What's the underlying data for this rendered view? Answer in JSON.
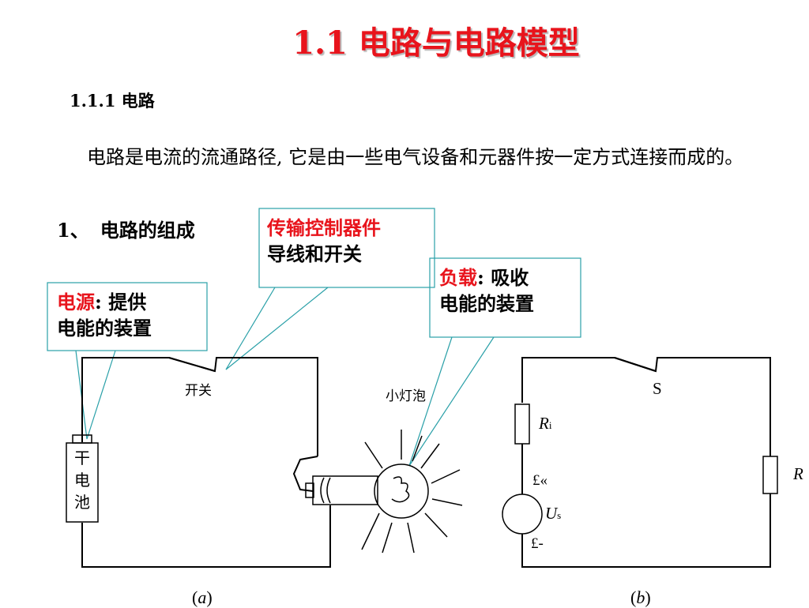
{
  "title": "1.1  电路与电路模型",
  "subsection": "1.1.1 电路",
  "paragraph": "电路是电流的流通路径, 它是由一些电气设备和元器件按一定方式连接而成的。",
  "section": {
    "num": "1、",
    "label": "电路的组成"
  },
  "callouts": {
    "control": {
      "line1": "传输控制器件",
      "line2": "导线和开关"
    },
    "load": {
      "red": "负载",
      "rest": ": 吸收",
      "line2": "电能的装置"
    },
    "source": {
      "red": "电源",
      "rest": ": 提供",
      "line2": "电能的装置"
    }
  },
  "figure_a": {
    "switch_label": "开关",
    "bulb_label": "小灯泡",
    "battery_label": "干电池",
    "caption_open": "(",
    "caption_letter": "a",
    "caption_close": ")"
  },
  "figure_b": {
    "switch_label": "S",
    "ri_main": "R",
    "ri_sub": "i",
    "plus_label": "£«",
    "us_main": "U",
    "us_sub": "s",
    "minus_label": "£-",
    "r_label": "R",
    "caption_open": "(",
    "caption_letter": "b",
    "caption_close": ")"
  },
  "colors": {
    "title": "#e8141c",
    "callout_border": "#2aa0a8",
    "text_red": "#e8141c"
  }
}
